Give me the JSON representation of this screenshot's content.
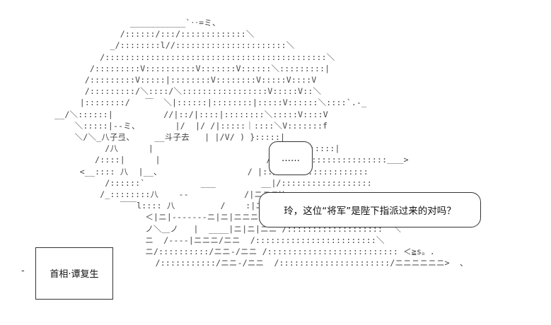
{
  "art": {
    "lines": [
      "                ___________`‥=ミ、",
      "              /::::::/:::/:::::::::::::＼",
      "            _/::::::::l//::::::::::::::::::::::＼",
      "          /::::::::::::::::::::::::::::::::::::::::::::＼",
      "        /:::::::::V::::::::::V:::::::V::::::＼:::::::::|",
      "       /:::::::::V:::::|::::::::V::::::::V:::::V::::V",
      "       /:::::::::/＼::::/＼:::::::::::::::::V:::::V::＼",
      "      |::::::::/   ￣  ＼|::::::|::::::::|:::::V::::::＼::::`.-_",
      " __/＼::::::|          //|::/|::::|::::::::＼:::::V::::V",
      "     ＼:::::|--ミ、       |/  |/ /|:::::｜::::＼V:::::::f",
      "     ＼/＼_八子弖、    __斗子去   | |/V/ ) }:::::|",
      "           /八      |                       __/::::::::::|",
      "         /::::|      |                     /|::::/:::::::::::::::::＿＿>",
      "      <__:::: 八  |__、                 / |::/::::::::::::::::::",
      "           /::::::`           ___         __|/::::::::::::::::::",
      "          /_::::::::八    --           /|ニニニV::::::::::::::::",
      "              ￣￣l:::: 八         /    :|ニ|ニニニ|",
      "                   ＜|ニ|-------ニ|ニ|ニニニ/:::::::::   、",
      "                   ノ＼＿ノ   |  ____|ニ|ニ|ニニ /:::::::::::::::::::  ＼",
      "                   ニ  /----|ニニニ/ニニ  /::::::::::::::::::::::::＼",
      "                   ニ/::::::::::/ニニ-/ニニ /:::::::::::::::::::::::::: ＜≧s。.",
      "                     /:::::::::::/ニニ-/ニニ  /::::::::::::::::::::::/ニニニニニニ>  、"
    ]
  },
  "bubbles": {
    "ellipsis": "……",
    "question": "玲，这位“将军”是陛下指派过来的对吗？"
  },
  "caption": {
    "dash": "-",
    "name": "首相·谭复生"
  }
}
